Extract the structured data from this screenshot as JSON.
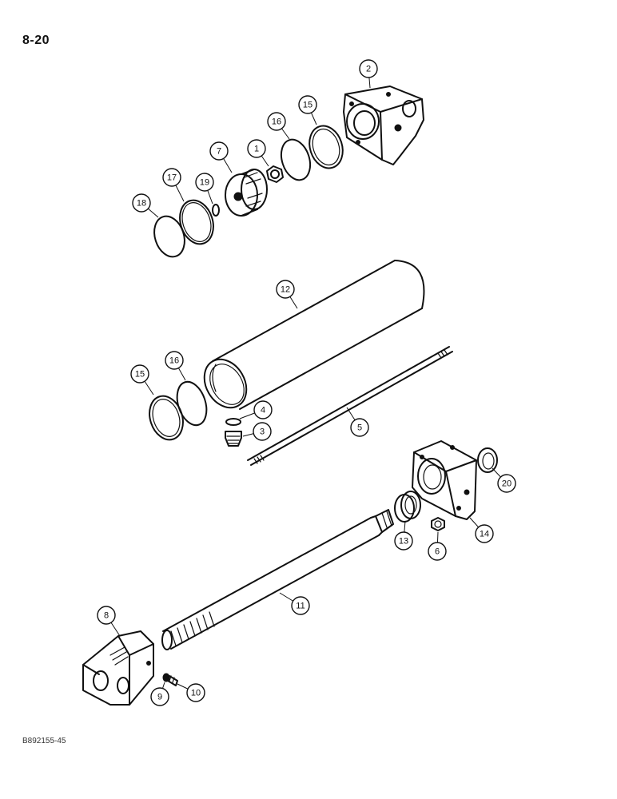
{
  "page": {
    "number": "8-20",
    "figure_code": "B892155-45"
  },
  "callouts": [
    {
      "label": "2",
      "part": "end-cap"
    },
    {
      "label": "15",
      "part": "backup-ring-upper"
    },
    {
      "label": "16",
      "part": "o-ring-upper"
    },
    {
      "label": "1",
      "part": "nut"
    },
    {
      "label": "7",
      "part": "piston"
    },
    {
      "label": "17",
      "part": "wear-ring"
    },
    {
      "label": "19",
      "part": "small-o-ring"
    },
    {
      "label": "18",
      "part": "seal-ring"
    },
    {
      "label": "12",
      "part": "cylinder-barrel"
    },
    {
      "label": "16",
      "part": "o-ring-lower"
    },
    {
      "label": "15",
      "part": "backup-ring-lower"
    },
    {
      "label": "4",
      "part": "fitting-o-ring"
    },
    {
      "label": "3",
      "part": "fitting"
    },
    {
      "label": "5",
      "part": "tie-rod"
    },
    {
      "label": "20",
      "part": "wiper"
    },
    {
      "label": "14",
      "part": "rod-end-cap"
    },
    {
      "label": "13",
      "part": "rod-seal"
    },
    {
      "label": "6",
      "part": "rod-nut"
    },
    {
      "label": "11",
      "part": "piston-rod"
    },
    {
      "label": "8",
      "part": "clevis"
    },
    {
      "label": "9",
      "part": "set-screw"
    },
    {
      "label": "10",
      "part": "grease-fitting"
    }
  ]
}
